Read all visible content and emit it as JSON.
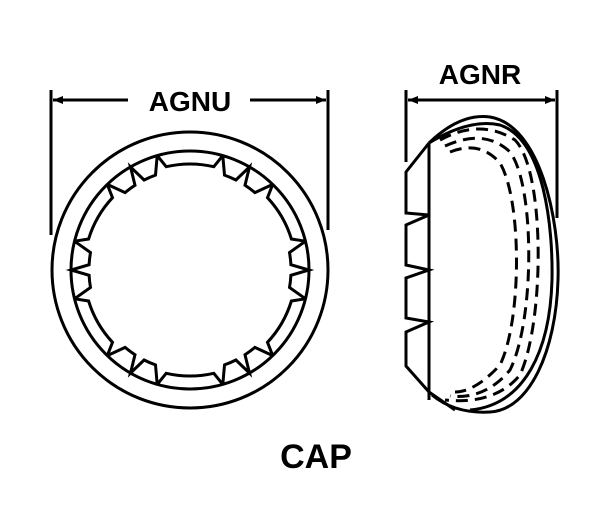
{
  "title": "CAP",
  "dimensions": {
    "front_width": "AGNU",
    "side_depth": "AGNR"
  },
  "colors": {
    "line": "#000000",
    "background": "#ffffff"
  }
}
